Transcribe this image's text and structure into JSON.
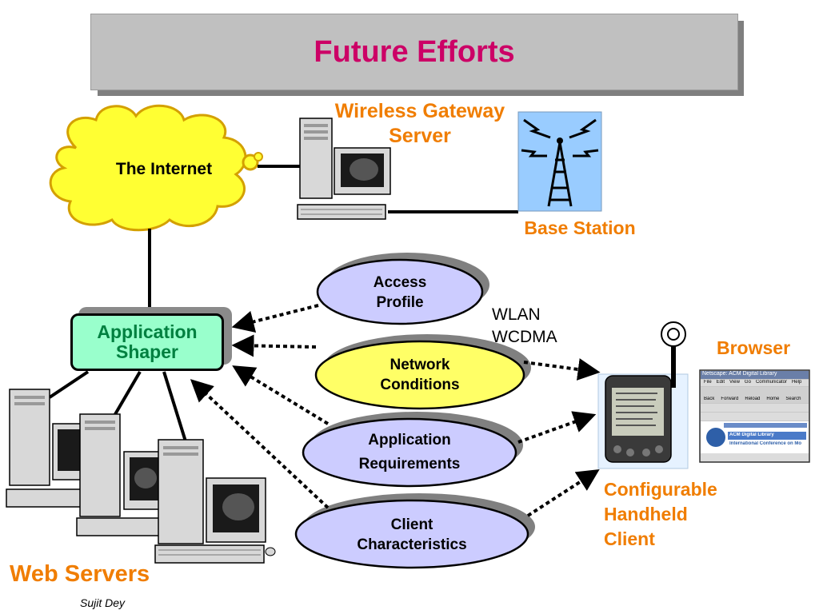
{
  "title": "Future Efforts",
  "internet_label": "The Internet",
  "gateway_label": [
    "Wireless Gateway",
    "Server"
  ],
  "base_station_label": "Base Station",
  "shaper_label": [
    "Application",
    "Shaper"
  ],
  "ovals": {
    "access_profile": [
      "Access",
      "Profile"
    ],
    "network_conditions": [
      "Network",
      "Conditions"
    ],
    "app_requirements": [
      "Application",
      "Requirements"
    ],
    "client_characteristics": [
      "Client",
      "Characteristics"
    ]
  },
  "wireless_tech": [
    "WLAN",
    "WCDMA"
  ],
  "browser_label": "Browser",
  "handheld_label": [
    "Configurable",
    "Handheld",
    "Client"
  ],
  "web_servers_label": "Web Servers",
  "author": "Sujit Dey",
  "browser_window": {
    "title": "Netscape: ACM Digital Library",
    "menu": [
      "File",
      "Edit",
      "View",
      "Go",
      "Communicator",
      "Help"
    ],
    "toolbar": [
      "Back",
      "Forward",
      "Reload",
      "Home",
      "Search"
    ],
    "banner": "ACM Digital Library",
    "conference": "International Conference on Mo"
  },
  "colors": {
    "title": "#cc0066",
    "orange_labels": "#f07d00",
    "shaper_fill": "#99ffcc",
    "shaper_text": "#008040",
    "oval_blue": "#ccccff",
    "oval_yellow": "#ffff66",
    "sky": "#99ccff"
  }
}
